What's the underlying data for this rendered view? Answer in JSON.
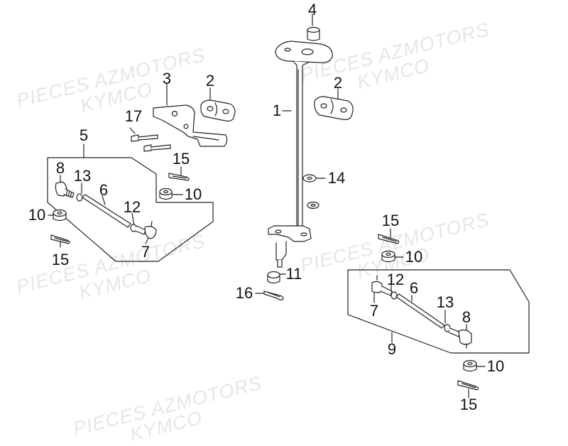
{
  "watermarks": [
    {
      "id": "wm-1a",
      "text": "PIECES AZMOTORS"
    },
    {
      "id": "wm-1b",
      "text": "KYMCO"
    },
    {
      "id": "wm-2a",
      "text": "PIECES AZMOTORS"
    },
    {
      "id": "wm-2b",
      "text": "KYMCO"
    },
    {
      "id": "wm-3a",
      "text": "PIECES AZMOTORS"
    },
    {
      "id": "wm-3b",
      "text": "KYMCO"
    },
    {
      "id": "wm-4a",
      "text": "PIECES AZMOTORS"
    },
    {
      "id": "wm-4b",
      "text": "KYMCO"
    },
    {
      "id": "wm-5a",
      "text": "PIECES AZMOTORS"
    },
    {
      "id": "wm-5b",
      "text": "KYMCO"
    }
  ],
  "callouts": [
    {
      "id": "c-4",
      "text": "4"
    },
    {
      "id": "c-3",
      "text": "3"
    },
    {
      "id": "c-2a",
      "text": "2"
    },
    {
      "id": "c-2b",
      "text": "2"
    },
    {
      "id": "c-1",
      "text": "1"
    },
    {
      "id": "c-17",
      "text": "17"
    },
    {
      "id": "c-5",
      "text": "5"
    },
    {
      "id": "c-15a",
      "text": "15"
    },
    {
      "id": "c-14",
      "text": "14"
    },
    {
      "id": "c-8a",
      "text": "8"
    },
    {
      "id": "c-13a",
      "text": "13"
    },
    {
      "id": "c-6a",
      "text": "6"
    },
    {
      "id": "c-10a",
      "text": "10"
    },
    {
      "id": "c-10b",
      "text": "10"
    },
    {
      "id": "c-12a",
      "text": "12"
    },
    {
      "id": "c-7a",
      "text": "7"
    },
    {
      "id": "c-15b",
      "text": "15"
    },
    {
      "id": "c-15c",
      "text": "15"
    },
    {
      "id": "c-10c",
      "text": "10"
    },
    {
      "id": "c-11",
      "text": "11"
    },
    {
      "id": "c-16",
      "text": "16"
    },
    {
      "id": "c-12b",
      "text": "12"
    },
    {
      "id": "c-6b",
      "text": "6"
    },
    {
      "id": "c-7b",
      "text": "7"
    },
    {
      "id": "c-13b",
      "text": "13"
    },
    {
      "id": "c-8b",
      "text": "8"
    },
    {
      "id": "c-9",
      "text": "9"
    },
    {
      "id": "c-10d",
      "text": "10"
    },
    {
      "id": "c-15d",
      "text": "15"
    }
  ],
  "colors": {
    "line": "#222222",
    "part_fill": "#ffffff",
    "shade": "#cfcfcf",
    "watermark": "#e6e6e6"
  }
}
